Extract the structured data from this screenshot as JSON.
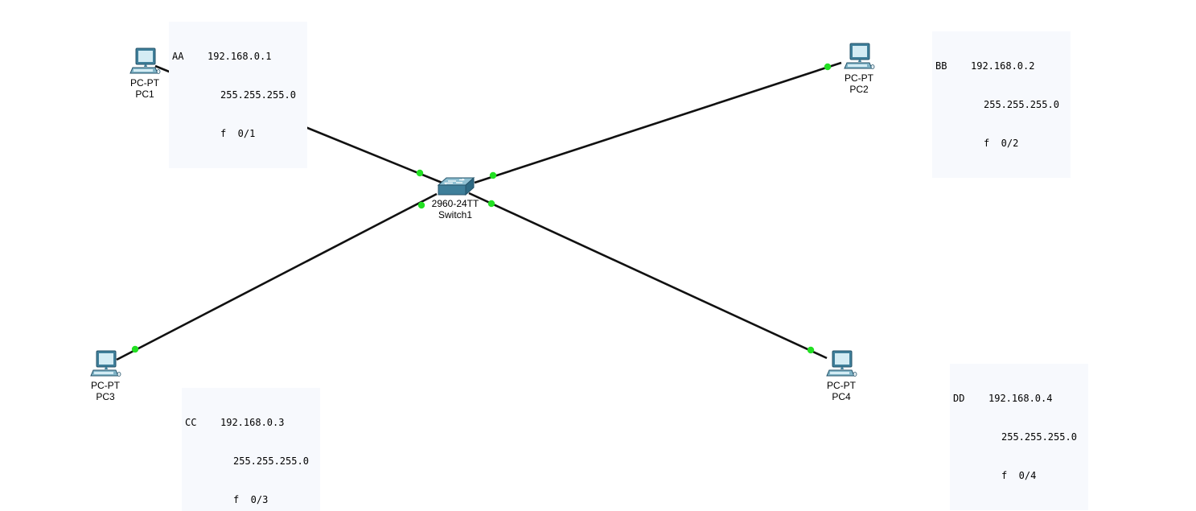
{
  "colors": {
    "link": "#111111",
    "port_up": "#22e022",
    "note_bg": "#f7f9fd",
    "device_body": "#3f7f9a",
    "device_screen": "#d4ecf4"
  },
  "devices": {
    "pc1": {
      "model": "PC-PT",
      "name": "PC1",
      "icon": "pc-icon"
    },
    "pc2": {
      "model": "PC-PT",
      "name": "PC2",
      "icon": "pc-icon"
    },
    "pc3": {
      "model": "PC-PT",
      "name": "PC3",
      "icon": "pc-icon"
    },
    "pc4": {
      "model": "PC-PT",
      "name": "PC4",
      "icon": "pc-icon"
    },
    "switch1": {
      "model": "2960-24TT",
      "name": "Switch1",
      "icon": "switch-icon"
    }
  },
  "links": [
    {
      "from": "PC1",
      "to": "Switch1",
      "status": "up"
    },
    {
      "from": "PC2",
      "to": "Switch1",
      "status": "up"
    },
    {
      "from": "PC3",
      "to": "Switch1",
      "status": "up"
    },
    {
      "from": "PC4",
      "to": "Switch1",
      "status": "up"
    }
  ],
  "notes": {
    "aa": {
      "name": "AA",
      "ip": "192.168.0.1",
      "mask": "255.255.255.0",
      "port": "f  0/1"
    },
    "bb": {
      "name": "BB",
      "ip": "192.168.0.2",
      "mask": "255.255.255.0",
      "port": "f  0/2"
    },
    "cc": {
      "name": "CC",
      "ip": "192.168.0.3",
      "mask": "255.255.255.0",
      "port": "f  0/3"
    },
    "dd": {
      "name": "DD",
      "ip": "192.168.0.4",
      "mask": "255.255.255.0",
      "port": "f  0/4"
    }
  }
}
